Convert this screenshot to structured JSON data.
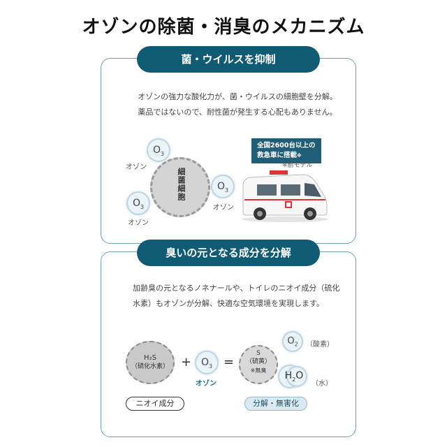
{
  "title": "オゾンの除菌・消臭のメカニズム",
  "section1": {
    "heading": "菌・ウイルスを抑制",
    "line1": "オゾンの強力な酸化力が、菌・ウイルスの細胞壁を分解。",
    "line2": "薬品ではないので、耐性菌が発生する心配もありません。",
    "ozone_label": "オゾン",
    "cell_label": "細菌細胞",
    "badge_line1": "全国2600台以上の",
    "badge_line2": "救急車に搭載",
    "badge_mark": "※",
    "note": "※前モデル"
  },
  "section2": {
    "heading": "臭いの元となる成分を分解",
    "line1": "加齢臭の元となるノネナールや、トイレのニオイ成分（硫化",
    "line2": "水素）もオゾンが分解、快適な空気環境を実現します。",
    "h2s_formula": "H₂S",
    "h2s_name": "（硫化水素）",
    "plus": "+",
    "equals": "=",
    "ozone_label": "オゾン",
    "s_formula": "S",
    "s_name": "（硫黄）",
    "s_note": "※無臭",
    "o2_name": "（酸素）",
    "h2o_name": "（水）",
    "tag_left": "ニオイ成分",
    "tag_right": "分解・無害化"
  }
}
